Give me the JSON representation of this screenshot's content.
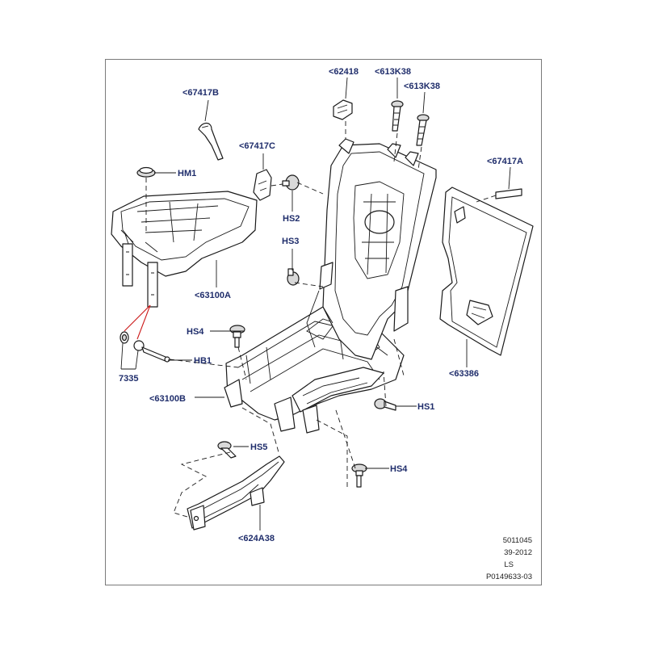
{
  "callouts": {
    "c67417B": "<67417B",
    "cHM1": "HM1",
    "c67417C": "<67417C",
    "cHS2": "HS2",
    "cHS3": "HS3",
    "c63100A": "<63100A",
    "cHS4a": "HS4",
    "cHB1": "HB1",
    "c7335": "7335",
    "c63100B": "<63100B",
    "cHS5": "HS5",
    "c624A38": "<624A38",
    "c62418": "<62418",
    "c613K38a": "<613K38",
    "c613K38b": "<613K38",
    "c67417A": "<67417A",
    "c63386": "<63386",
    "cHS1": "HS1",
    "cHS4b": "HS4"
  },
  "meta": {
    "line1": "5011045",
    "line2": "39-2012",
    "line3": "LS",
    "line4": "P0149633-03"
  },
  "colors": {
    "callout_text": "#1f2d6b",
    "line": "#1a1a1a",
    "red_leader": "#cc1a1a",
    "frame": "#7a7a7a"
  }
}
